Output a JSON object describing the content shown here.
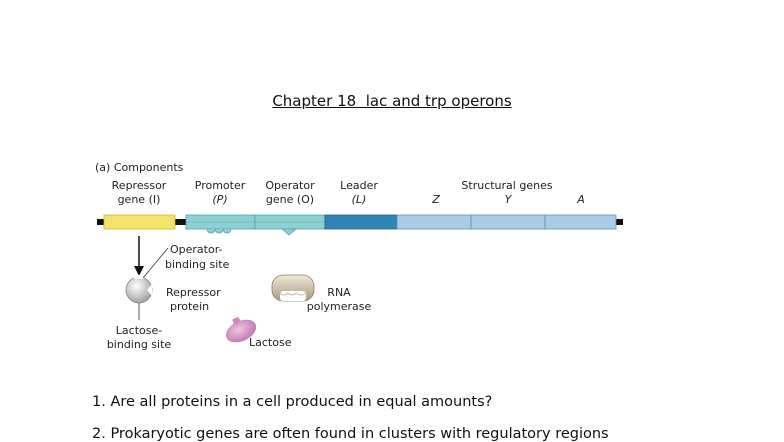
{
  "slide": {
    "title": "Chapter 18  lac and trp operons"
  },
  "diagram": {
    "section_label": "(a) Components",
    "genes": {
      "repressor": {
        "line1": "Repressor",
        "line2": "gene (I)"
      },
      "promoter": {
        "line1": "Promoter",
        "line2": "(P)"
      },
      "operator": {
        "line1": "Operator",
        "line2": "gene (O)"
      },
      "leader": {
        "line1": "Leader",
        "line2": "(L)"
      },
      "structural": {
        "heading": "Structural genes",
        "z": "Z",
        "y": "Y",
        "a": "A"
      }
    },
    "labels": {
      "operator_binding": {
        "line1": "Operator-",
        "line2": "binding site"
      },
      "repressor_protein": {
        "line1": "Repressor",
        "line2": "protein"
      },
      "rna_polymerase": {
        "line1": "RNA",
        "line2": "polymerase"
      },
      "lactose_binding": {
        "line1": "Lactose-",
        "line2": "binding site"
      },
      "lactose": "Lactose"
    },
    "colors": {
      "repressor_gene": "#f3e36a",
      "promoter_operator": "#8fd0d2",
      "leader": "#2f86b4",
      "structural": "#a9cde6",
      "dna_line": "#111111",
      "lactose": "#d79ac6",
      "repressor_protein": "#d8d8d8",
      "rna_polymerase": "#d8cdb8"
    }
  },
  "questions": [
    "1. Are all proteins in a cell produced in equal amounts?",
    "2. Prokaryotic genes are often found in clusters with regulatory regions"
  ]
}
